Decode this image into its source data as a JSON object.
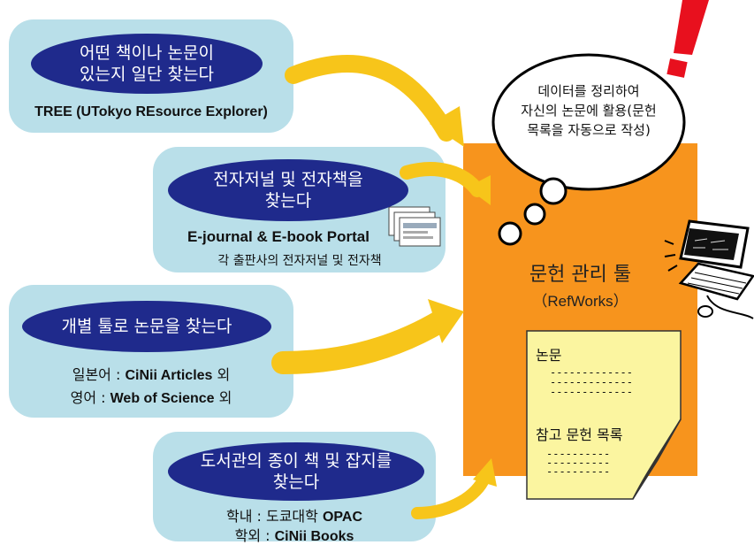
{
  "panels": [
    {
      "oval_lines": [
        "어떤 책이나 논문이",
        "있는지  일단 찾는다"
      ],
      "caption": "TREE (UTokyo REsource Explorer)"
    },
    {
      "oval_lines": [
        "전자저널 및 전자책을",
        "찾는다"
      ],
      "caption": "E-journal & E-book Portal",
      "subcaption": "각 출판사의 전자저널 및 전자책"
    },
    {
      "oval_lines": [
        "개별 툴로 논문을 찾는다"
      ],
      "line1_label": "일본어 : ",
      "line1_name": "CiNii Articles",
      "line1_suffix": " 외",
      "line2_label": "영어 : ",
      "line2_name": "Web of Science",
      "line2_suffix": " 외"
    },
    {
      "oval_lines": [
        "도서관의 종이 책 및 잡지를",
        "찾는다"
      ],
      "line1_label": "학내 : 도쿄대학 ",
      "line1_name": "OPAC",
      "line2_label": "학외 : ",
      "line2_name": "CiNii Books"
    }
  ],
  "tool": {
    "title": "문헌 관리 툴",
    "subtitle": "（RefWorks）"
  },
  "thought": [
    "데이터를 정리하여",
    "자신의 논문에 활용(문헌",
    "목록을 자동으로 작성)"
  ],
  "exclamation": "!",
  "paper": {
    "heading": "논문",
    "dashes": "-------------",
    "section": "참고 문헌 목록",
    "short_dashes": "----------"
  },
  "colors": {
    "panel": "#b9dfe9",
    "oval": "#1f2a8c",
    "orange": "#f7941d",
    "arrow": "#f7c51a",
    "paper": "#fbf5a0",
    "exclaim": "#e8101e"
  },
  "icons": [
    "computer-icon",
    "document-stack-icon",
    "thought-bubble-icon",
    "exclamation-icon",
    "paper-icon"
  ]
}
